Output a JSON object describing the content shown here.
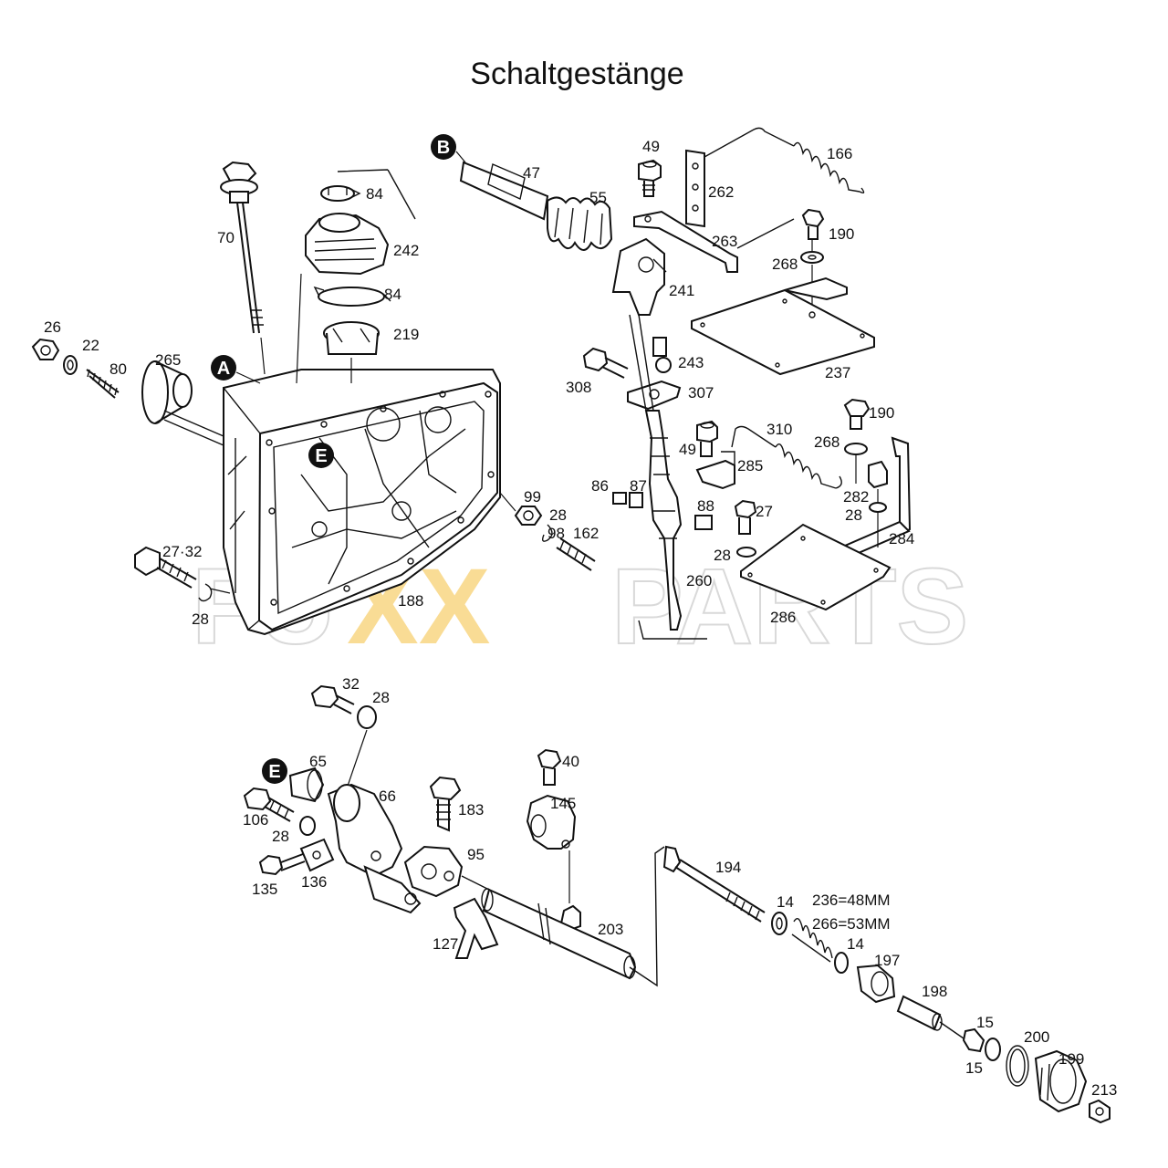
{
  "title": "Schaltgestänge",
  "watermark": {
    "part1": "FU",
    "part2": "XX",
    "part3": "PARTS",
    "accent_color": "#f5c040",
    "outline_color": "#bbbbbb"
  },
  "markers": {
    "A": "A",
    "B": "B",
    "E_top": "E",
    "E_bottom": "E"
  },
  "labels": {
    "l26": "26",
    "l22": "22",
    "l80": "80",
    "l265": "265",
    "l70": "70",
    "l84a": "84",
    "l242": "242",
    "l84b": "84",
    "l219": "219",
    "l27_32": "27·32",
    "l28_left": "28",
    "l188": "188",
    "l99": "99",
    "l28_mid": "28",
    "l98": "98",
    "l162": "162",
    "l47": "47",
    "l55": "55",
    "l49a": "49",
    "l262": "262",
    "l166": "166",
    "l263": "263",
    "l190a": "190",
    "l268a": "268",
    "l241": "241",
    "l243": "243",
    "l237": "237",
    "l308": "308",
    "l307": "307",
    "l310": "310",
    "l49b": "49",
    "l285": "285",
    "l190b": "190",
    "l268b": "268",
    "l86": "86",
    "l87": "87",
    "l88": "88",
    "l27b": "27",
    "l28b": "28",
    "l282": "282",
    "l28c": "28",
    "l284": "284",
    "l260": "260",
    "l286": "286",
    "l32": "32",
    "l28d": "28",
    "l65": "65",
    "l66": "66",
    "l106": "106",
    "l28e": "28",
    "l135": "135",
    "l136": "136",
    "l183": "183",
    "l40": "40",
    "l145": "145",
    "l95": "95",
    "l127": "127",
    "l203": "203",
    "l194": "194",
    "l14a": "14",
    "l236": "236=48MM",
    "l266": "266=53MM",
    "l14b": "14",
    "l197": "197",
    "l198": "198",
    "l15a": "15",
    "l15b": "15",
    "l200": "200",
    "l199": "199",
    "l213": "213"
  }
}
